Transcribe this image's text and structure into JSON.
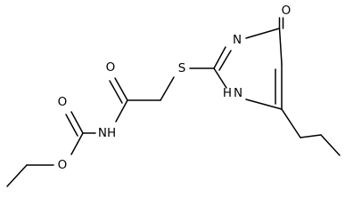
{
  "molecule": {
    "atom_labels": {
      "o_ring_carbonyl": "O",
      "n_ring": "N",
      "nh_ring": "H",
      "n_in_nh_ring": "N",
      "s_thioether": "S",
      "o_amide": "O",
      "nh_amide": "NH",
      "o_carbamate_carbonyl": "O",
      "o_ester": "O"
    }
  }
}
